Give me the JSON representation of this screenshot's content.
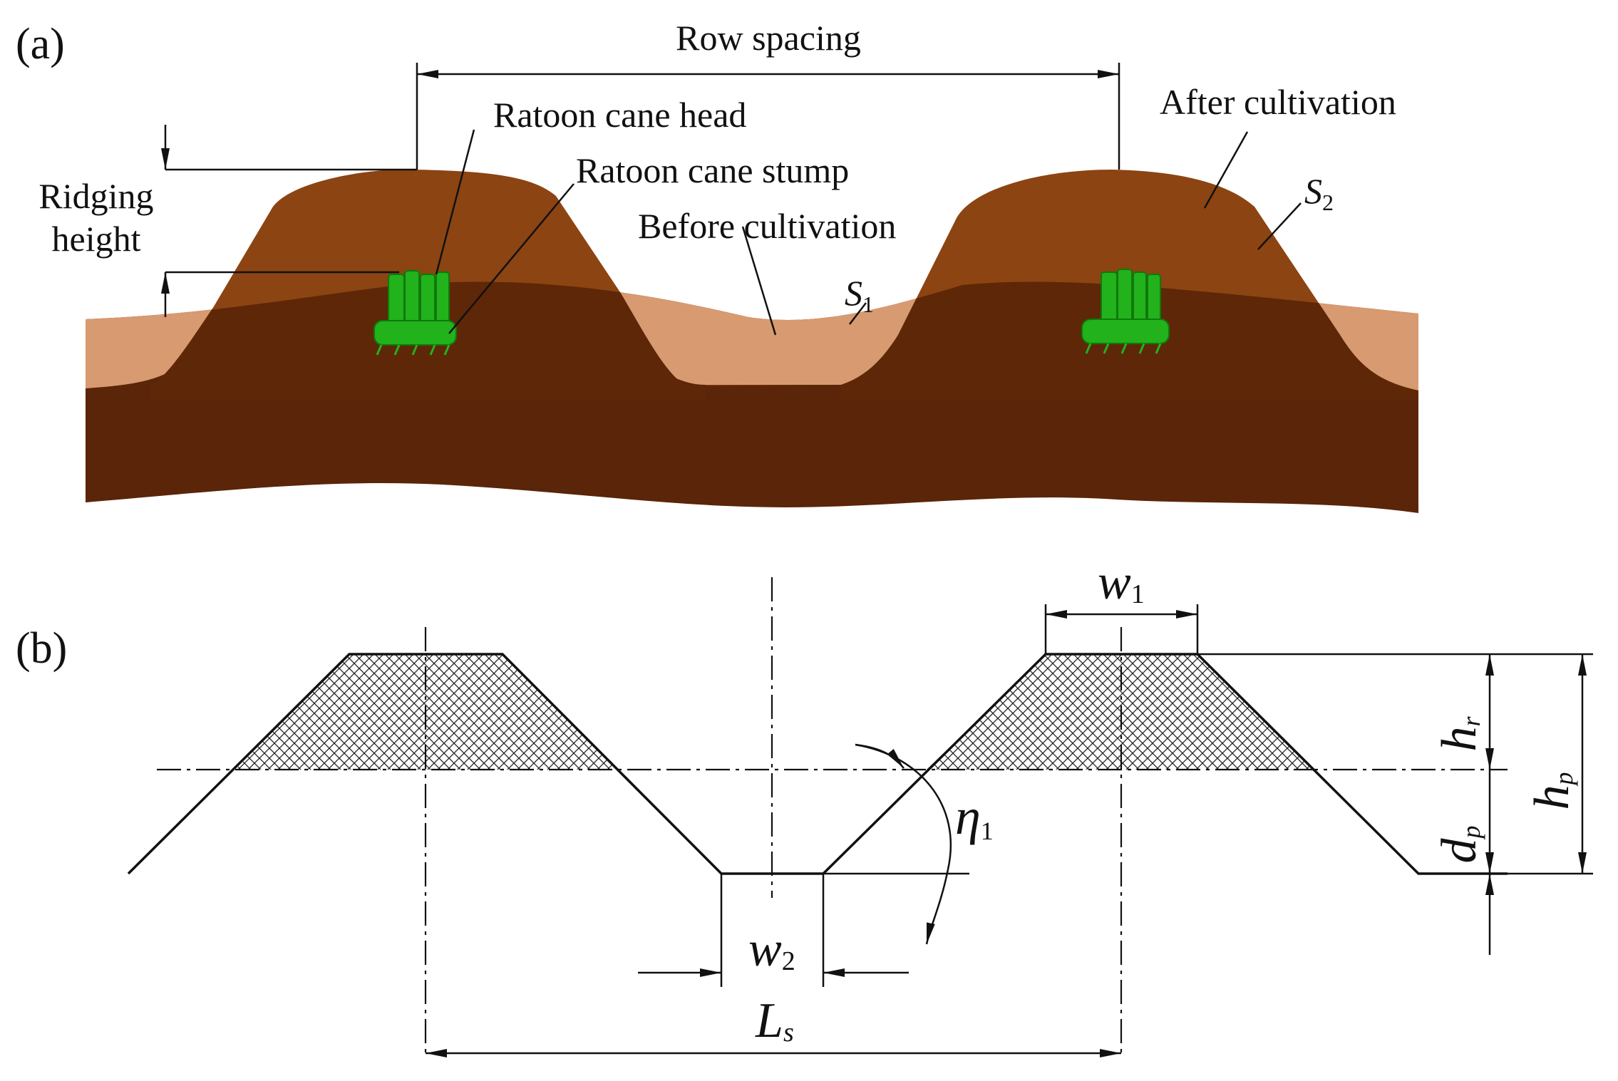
{
  "panel_a": {
    "label": "(a)",
    "row_spacing": "Row spacing",
    "ridging_height_line1": "Ridging",
    "ridging_height_line2": "height",
    "ratoon_head": "Ratoon cane head",
    "ratoon_stump": "Ratoon cane stump",
    "after_cultivation": "After cultivation",
    "before_cultivation": "Before cultivation",
    "s1": {
      "base": "S",
      "sub": "1"
    },
    "s2": {
      "base": "S",
      "sub": "2"
    }
  },
  "panel_b": {
    "label": "(b)",
    "w1": {
      "base": "w",
      "sub": "1"
    },
    "w2": {
      "base": "w",
      "sub": "2"
    },
    "ls": {
      "base": "L",
      "sub": "s"
    },
    "hr": {
      "base": "h",
      "sub": "r"
    },
    "hp": {
      "base": "h",
      "sub": "p"
    },
    "dp": {
      "base": "d",
      "sub": "p"
    },
    "eta": {
      "base": "η",
      "sub": "1"
    }
  },
  "colors": {
    "deep_soil": "#5a2508",
    "surface_before": "#d89a70",
    "ridge_after": "#8c4412",
    "overlap": "#5e2707",
    "cane_green": "#22b21c",
    "line": "#111111"
  },
  "icons": [
    "ratoon-cane-plant-icon"
  ]
}
